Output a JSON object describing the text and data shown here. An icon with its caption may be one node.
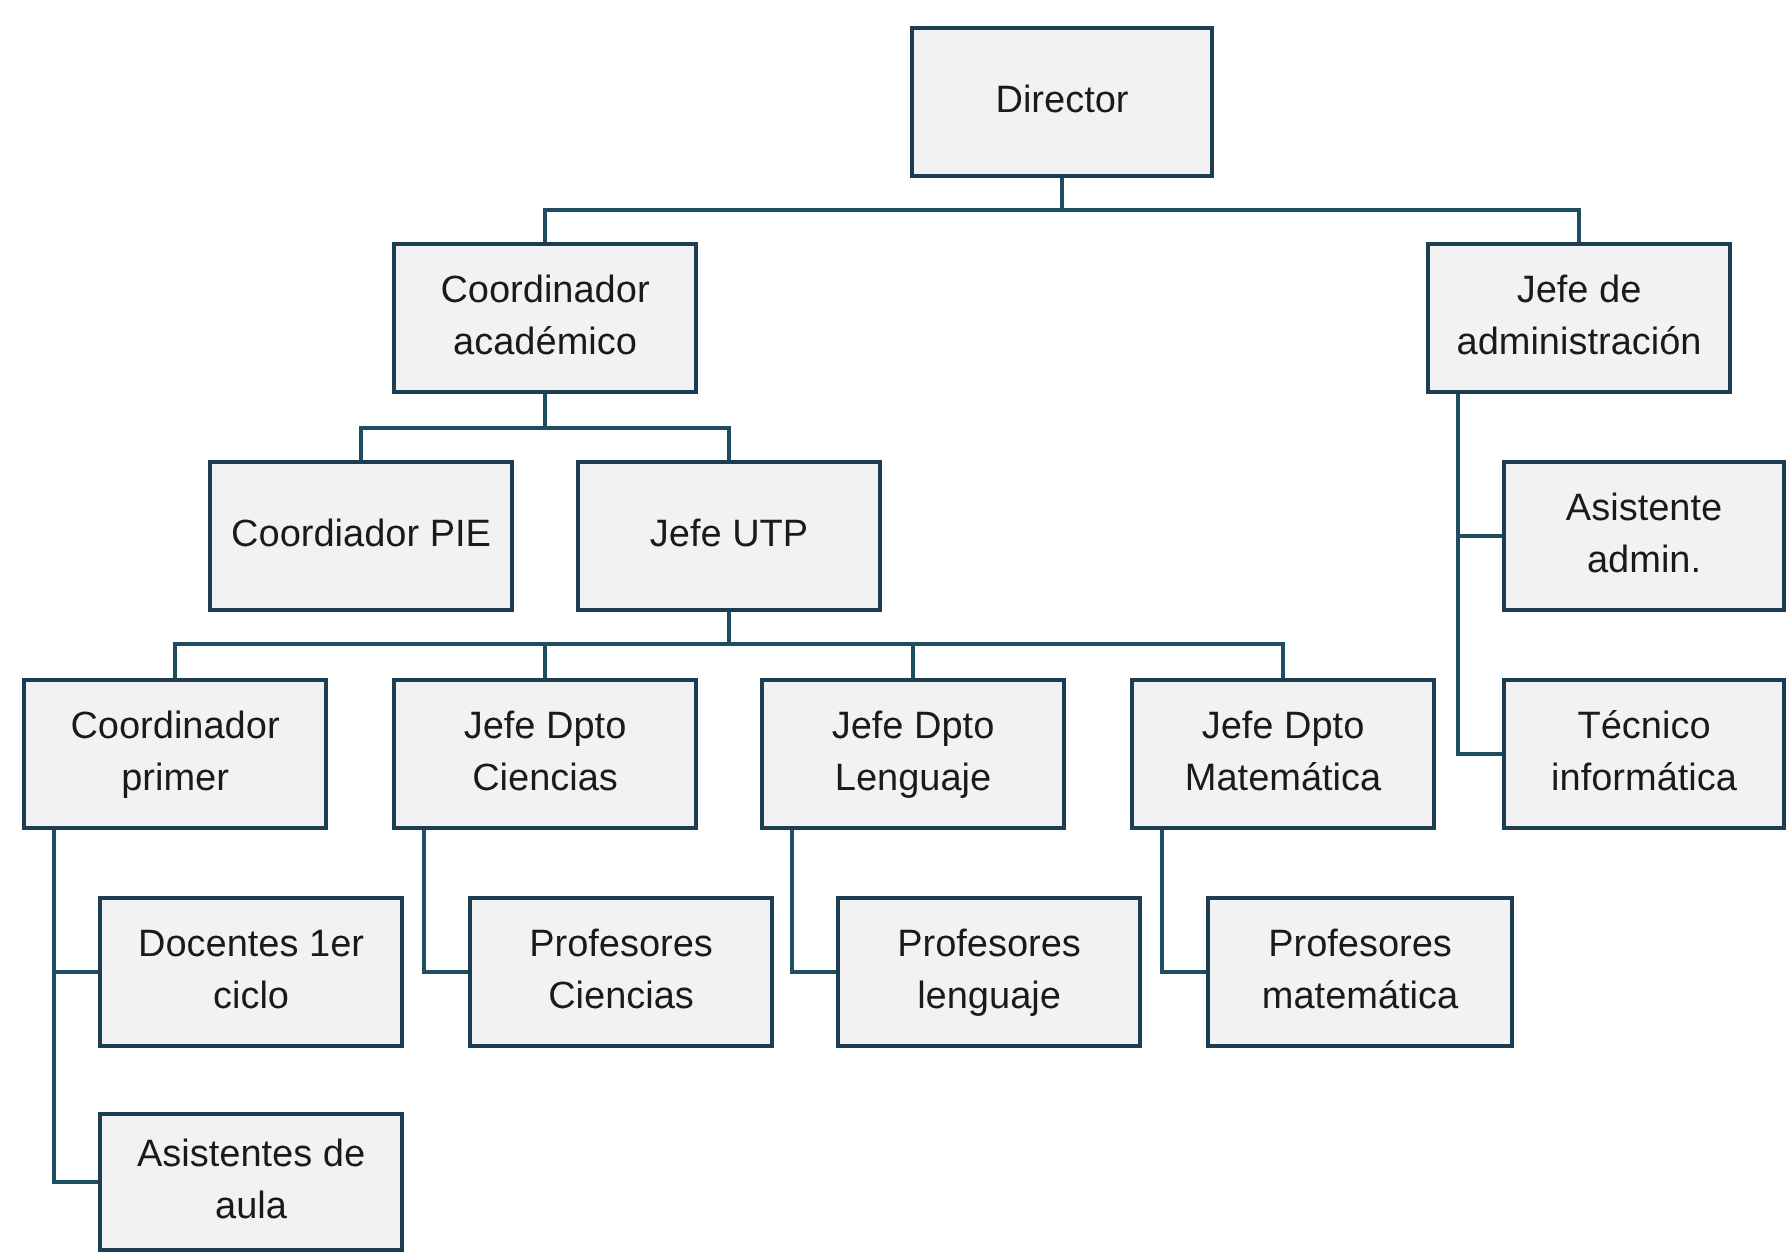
{
  "diagram": {
    "nodes": [
      {
        "text": [
          "Director"
        ]
      },
      {
        "text": [
          "Coordinador académico"
        ]
      },
      {
        "text": [
          "Jefe de administración"
        ]
      },
      {
        "text": [
          "Coordiador PIE"
        ]
      },
      {
        "text": [
          "Jefe UTP"
        ]
      },
      {
        "text": [
          "Asistente admin."
        ]
      },
      {
        "text": [
          "Técnico informática"
        ]
      },
      {
        "text": [
          "Coordinador primer"
        ]
      },
      {
        "text": [
          "Jefe Dpto Ciencias"
        ]
      },
      {
        "text": [
          "Jefe Dpto Lenguaje"
        ]
      },
      {
        "text": [
          "Jefe Dpto Matemática"
        ]
      },
      {
        "text": [
          "Docentes 1er ciclo"
        ]
      },
      {
        "text": [
          "Profesores Ciencias"
        ]
      },
      {
        "text": [
          "Profesores lenguaje"
        ]
      },
      {
        "text": [
          "Profesores matemática"
        ]
      },
      {
        "text": [
          "Asistentes de aula"
        ]
      }
    ],
    "edges": [
      {
        "from": 0,
        "to": 1,
        "arrow": "none"
      },
      {
        "from": 0,
        "to": 2,
        "arrow": "none"
      },
      {
        "from": 1,
        "to": 3,
        "arrow": "none"
      },
      {
        "from": 1,
        "to": 4,
        "arrow": "none"
      },
      {
        "from": 2,
        "to": 5,
        "arrow": "none"
      },
      {
        "from": 2,
        "to": 6,
        "arrow": "none"
      },
      {
        "from": 4,
        "to": 7,
        "arrow": "none"
      },
      {
        "from": 4,
        "to": 8,
        "arrow": "none"
      },
      {
        "from": 4,
        "to": 9,
        "arrow": "none"
      },
      {
        "from": 4,
        "to": 10,
        "arrow": "none"
      },
      {
        "from": 7,
        "to": 11,
        "arrow": "none"
      },
      {
        "from": 7,
        "to": 15,
        "arrow": "none"
      },
      {
        "from": 8,
        "to": 12,
        "arrow": "none"
      },
      {
        "from": 9,
        "to": 13,
        "arrow": "none"
      },
      {
        "from": 10,
        "to": 14,
        "arrow": "none"
      }
    ]
  }
}
